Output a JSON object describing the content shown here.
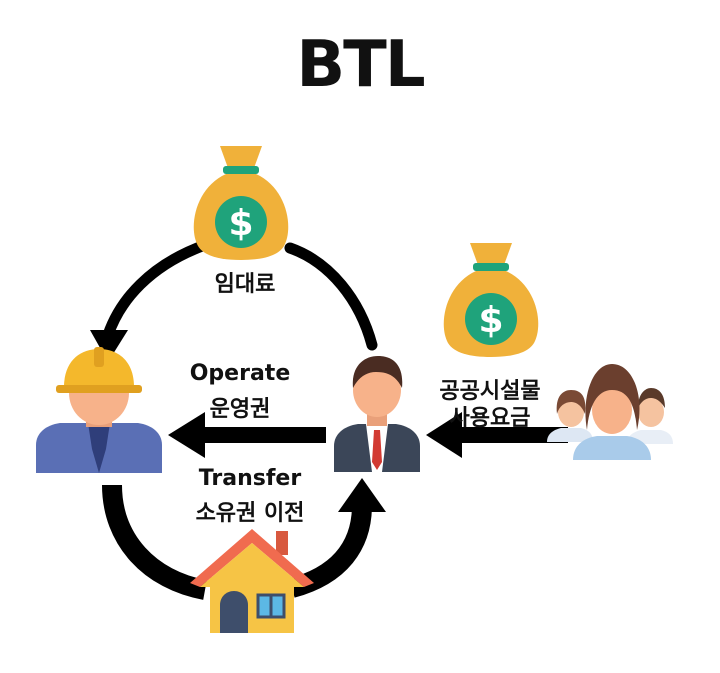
{
  "title": "BTL",
  "labels": {
    "rent": "임대료",
    "operate_en": "Operate",
    "operate_ko": "운영권",
    "transfer_en": "Transfer",
    "transfer_ko": "소유권 이전",
    "fee_line1": "공공시설물",
    "fee_line2": "사용요금"
  },
  "icons": {
    "moneybag_left": "money-bag-icon",
    "moneybag_right": "money-bag-icon",
    "worker": "construction-worker-icon",
    "businessman": "businessman-icon",
    "people": "citizens-group-icon",
    "house": "house-icon"
  },
  "colors": {
    "bag": "#F0B13A",
    "dollar_circle": "#1FA37B",
    "arrow": "#000000",
    "helmet": "#F4B82C",
    "house_roof": "#F06B4F",
    "house_wall": "#F6C445"
  }
}
